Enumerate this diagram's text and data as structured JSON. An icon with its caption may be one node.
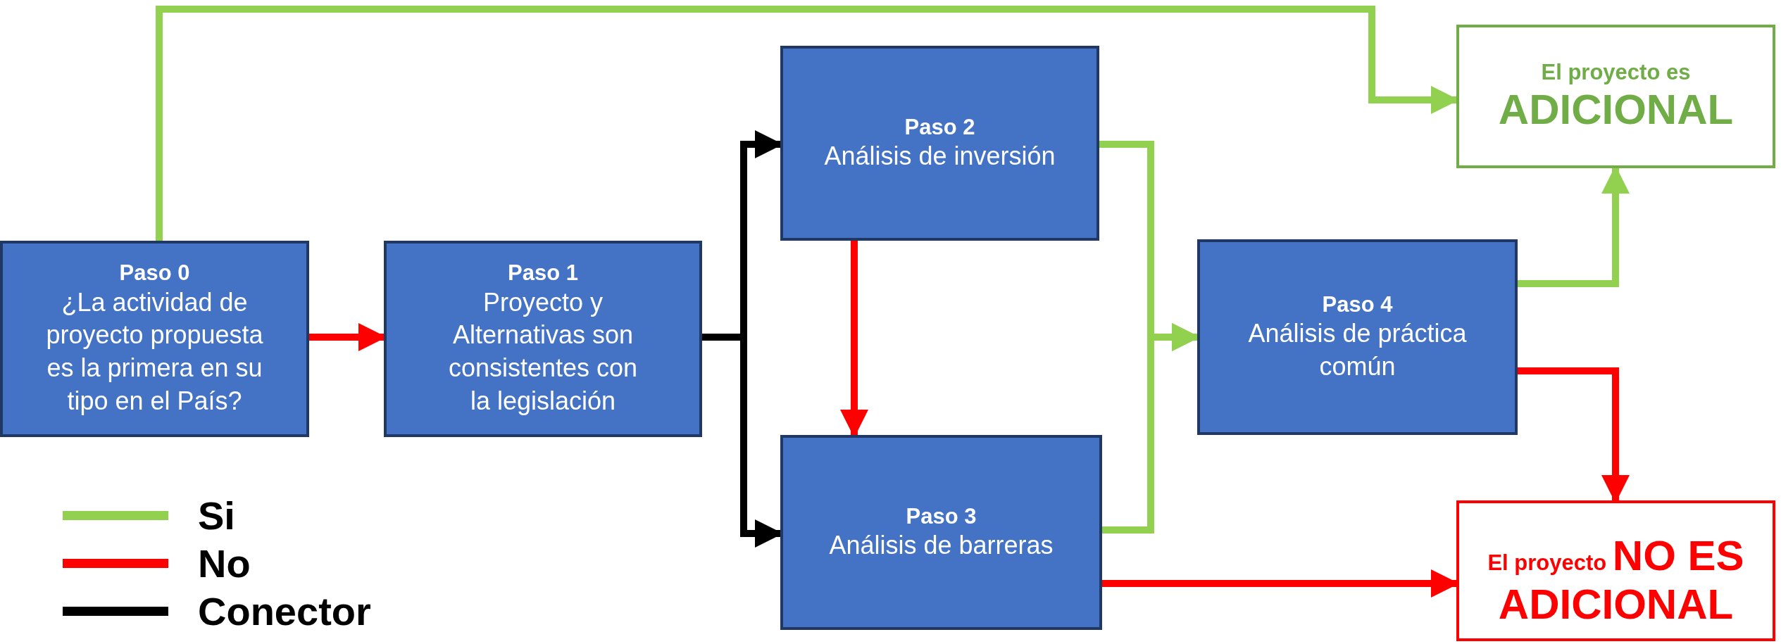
{
  "diagram": {
    "nodes": [
      {
        "text": [
          "Paso 0",
          "¿La actividad de proyecto propuesta es la primera en su tipo en el País?"
        ]
      },
      {
        "text": [
          "Paso 1",
          "Proyecto y Alternativas son consistentes con la legislación"
        ]
      },
      {
        "text": [
          "Paso 2",
          "Análisis de inversión"
        ]
      },
      {
        "text": [
          "Paso 3",
          "Análisis de barreras"
        ]
      },
      {
        "text": [
          "Paso 4",
          "Análisis de práctica común"
        ]
      },
      {
        "text": [
          "El proyecto es",
          "ADICIONAL"
        ]
      },
      {
        "text": [
          "El proyecto",
          "NO ES ADICIONAL"
        ]
      }
    ],
    "edges": [
      {
        "from": 0,
        "to": 5,
        "arrow": "to"
      },
      {
        "from": 0,
        "to": 1,
        "arrow": "to",
        "color": "#ff0000"
      },
      {
        "from": 1,
        "to": 2,
        "arrow": "to",
        "color": "#000000"
      },
      {
        "from": 1,
        "to": 3,
        "arrow": "to",
        "color": "#000000"
      },
      {
        "from": 2,
        "to": 3,
        "arrow": "to",
        "color": "#ff0000"
      },
      {
        "from": 2,
        "to": 4,
        "arrow": "to"
      },
      {
        "from": 3,
        "to": 4,
        "arrow": "to"
      },
      {
        "from": 4,
        "to": 5,
        "arrow": "to"
      },
      {
        "from": 4,
        "to": 6,
        "arrow": "to",
        "color": "#ff0000"
      },
      {
        "from": 3,
        "to": 6,
        "arrow": "to",
        "color": "#ff0000"
      }
    ],
    "legend": [
      {
        "text": "Si",
        "color": "#92d050"
      },
      {
        "text": "No",
        "color": "#ff0000"
      },
      {
        "text": "Conector",
        "color": "#000000"
      }
    ]
  }
}
